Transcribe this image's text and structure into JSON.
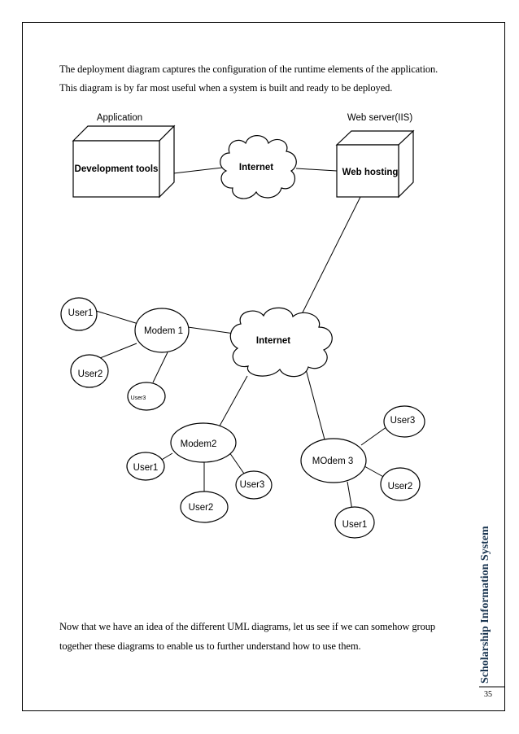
{
  "paragraphs": {
    "intro_line1": "The deployment diagram captures the configuration of the runtime elements of the application.",
    "intro_line2": "This diagram is by far most useful when a system is built and ready to be deployed.",
    "outro_line1": "Now that we have an idea of the different UML diagrams, let us see if we can somehow group",
    "outro_line2": "together these diagrams to enable us to further understand how to use them."
  },
  "diagram": {
    "application_label": "Application",
    "dev_tools_label": "Development tools",
    "web_server_label": "Web server(IIS)",
    "web_hosting_label": "Web hosting",
    "internet_top_label": "Internet",
    "internet_center_label": "Internet",
    "modem1": {
      "label": "Modem 1",
      "users": [
        "User1",
        "User2",
        "User3"
      ]
    },
    "modem2": {
      "label": "Modem2",
      "users": [
        "User1",
        "User2",
        "User3"
      ]
    },
    "modem3": {
      "label": "MOdem 3",
      "users": [
        "User3",
        "User2",
        "User1"
      ]
    }
  },
  "footer": {
    "sidebar_title": "Scholarship Information System",
    "page_number": "35"
  }
}
